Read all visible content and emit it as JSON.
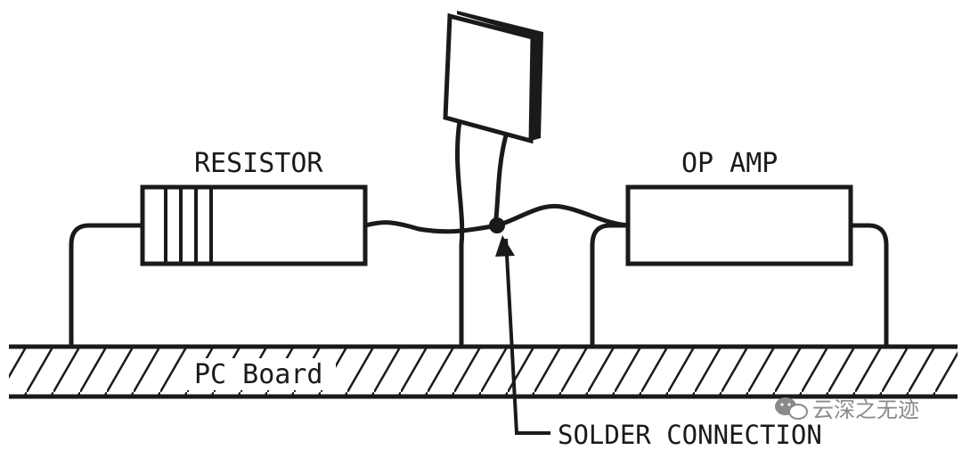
{
  "diagram": {
    "labels": {
      "resistor": "RESISTOR",
      "op_amp": "OP AMP",
      "pc_board": "PC Board",
      "solder_connection": "SOLDER CONNECTION"
    },
    "watermark": "云深之无迹",
    "colors": {
      "line": "#1a1a1a",
      "background": "#ffffff",
      "watermark": "#8a8a8a"
    },
    "icons": {
      "watermark_logo": "wechat-icon"
    }
  }
}
